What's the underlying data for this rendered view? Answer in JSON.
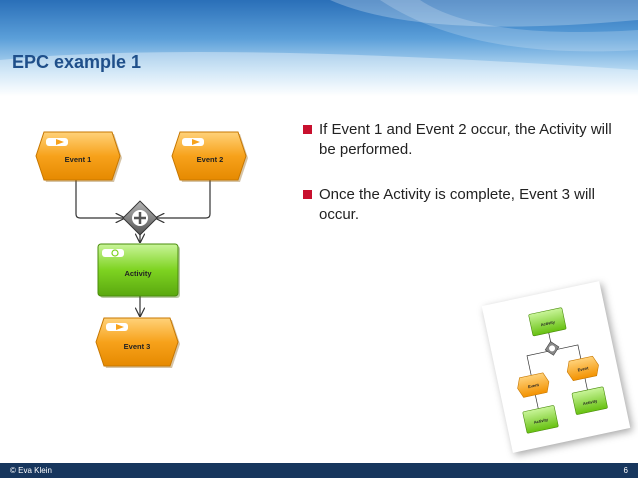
{
  "slide": {
    "title": "EPC example 1",
    "bullets": [
      "If Event 1 and Event 2 occur, the Activity will be performed.",
      "Once the Activity is complete, Event 3 will occur."
    ]
  },
  "diagram": {
    "event1": "Event 1",
    "event2": "Event 2",
    "activity": "Activity",
    "event3": "Event 3"
  },
  "thumbnail": {
    "activity_top": "Activity",
    "event_left": "Event",
    "event_right": "Event",
    "activity_bottom_left": "Activity",
    "activity_bottom_right": "Activity"
  },
  "footer": {
    "copyright": "© Eva Klein",
    "page_number": "6"
  },
  "colors": {
    "event_orange": "#f7a21b",
    "function_green": "#7ed321",
    "bullet_red": "#c8102e",
    "footer_navy": "#17365d",
    "title_blue": "#1f4f8a"
  }
}
